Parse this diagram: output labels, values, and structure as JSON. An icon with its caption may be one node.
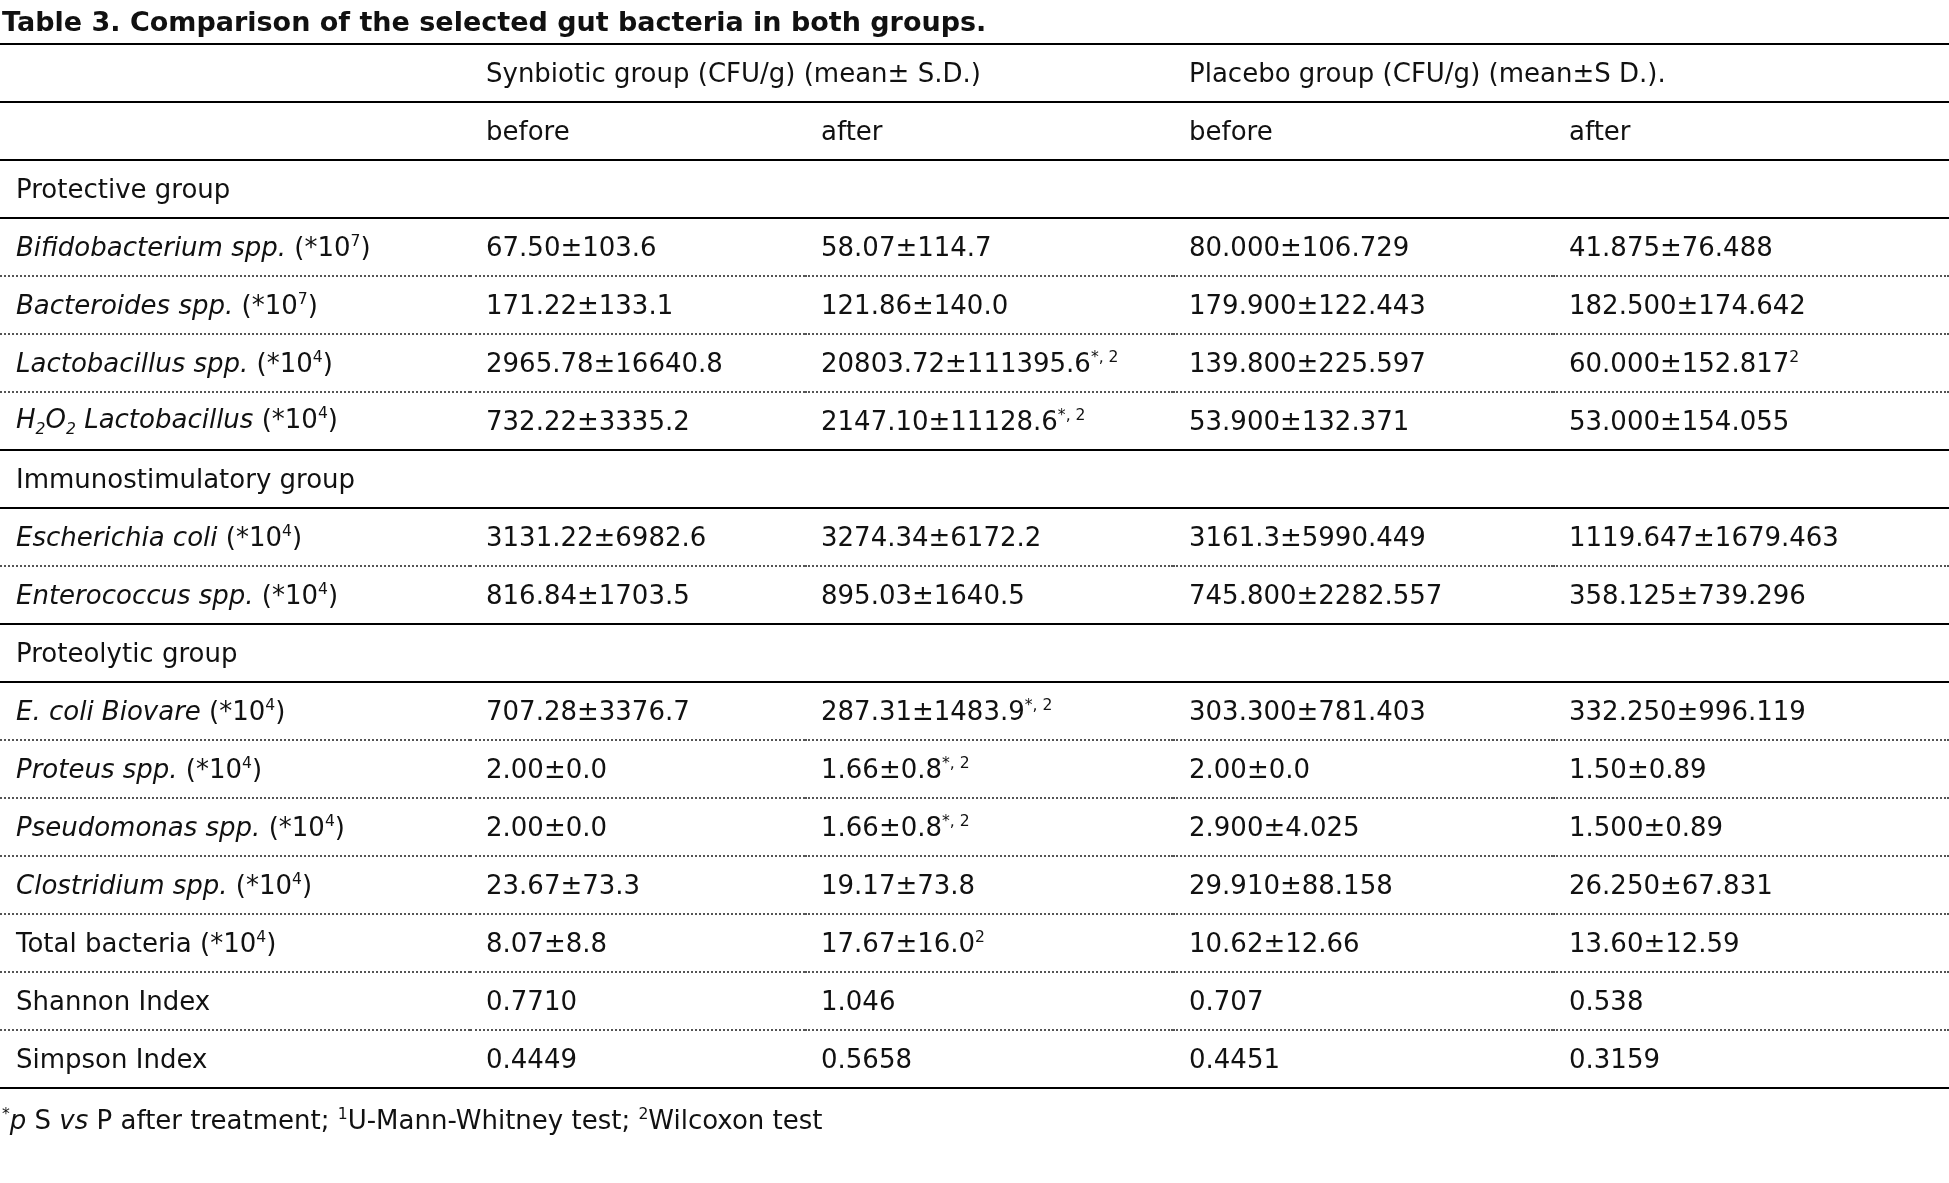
{
  "diagram": {
    "title": "Table 3. Comparison of the selected gut bacteria in both groups.",
    "caption": "$^{*}$*p* S *vs* P after treatment; $^{1}$U-Mann-Whitney test; $^{2}$Wilcoxon test",
    "labels": [
      "Synbiotic group (CFU/g) (mean± S.D.)",
      "Placebo group (CFU/g) (mean±S D.).",
      "before",
      "after",
      "before",
      "after",
      "Protective group",
      "*Bifidobacterium spp.* (*10$^{7}$)",
      "67.50±103.6",
      "58.07±114.7",
      "80.000±106.729",
      "41.875±76.488",
      "*Bacteroides spp.* (*10$^{7}$)",
      "171.22±133.1",
      "121.86±140.0",
      "179.900±122.443",
      "182.500±174.642",
      "*Lactobacillus spp.* (*10$^{4}$)",
      "2965.78±16640.8",
      "20803.72±111395.6$^{*, 2}$",
      "139.800±225.597",
      "60.000±152.817$^{2}$",
      "*H$_{2}$O$_{2}$ Lactobacillus* (*10$^{4}$)",
      "732.22±3335.2",
      "2147.10±11128.6$^{*, 2}$",
      "53.900±132.371",
      "53.000±154.055",
      "Immunostimulatory group",
      "*Escherichia coli* (*10$^{4}$)",
      "3131.22±6982.6",
      "3274.34±6172.2",
      "3161.3±5990.449",
      "1119.647±1679.463",
      "*Enterococcus spp.* (*10$^{4}$)",
      "816.84±1703.5",
      "895.03±1640.5",
      "745.800±2282.557",
      "358.125±739.296",
      "Proteolytic group",
      "*E. coli Biovare* (*10$^{4}$)",
      "707.28±3376.7",
      "287.31±1483.9$^{*, 2}$",
      "303.300±781.403",
      "332.250±996.119",
      "*Proteus spp.* (*10$^{4}$)",
      "2.00±0.0",
      "1.66±0.8$^{*, 2}$",
      "2.00±0.0",
      "1.50±0.89",
      "*Pseudomonas spp.* (*10$^{4}$)",
      "2.00±0.0",
      "1.66±0.8$^{*, 2}$",
      "2.900±4.025",
      "1.500±0.89",
      "*Clostridium spp.* (*10$^{4}$)",
      "23.67±73.3",
      "19.17±73.8",
      "29.910±88.158",
      "26.250±67.831",
      "Total bacteria (*10$^{4}$)",
      "8.07±8.8",
      "17.67±16.0$^{2}$",
      "10.62±12.66",
      "13.60±12.59",
      "Shannon Index",
      "0.7710",
      "1.046",
      "0.707",
      "0.538",
      "Simpson Index",
      "0.4449",
      "0.5658",
      "0.4451",
      "0.3159"
    ]
  }
}
